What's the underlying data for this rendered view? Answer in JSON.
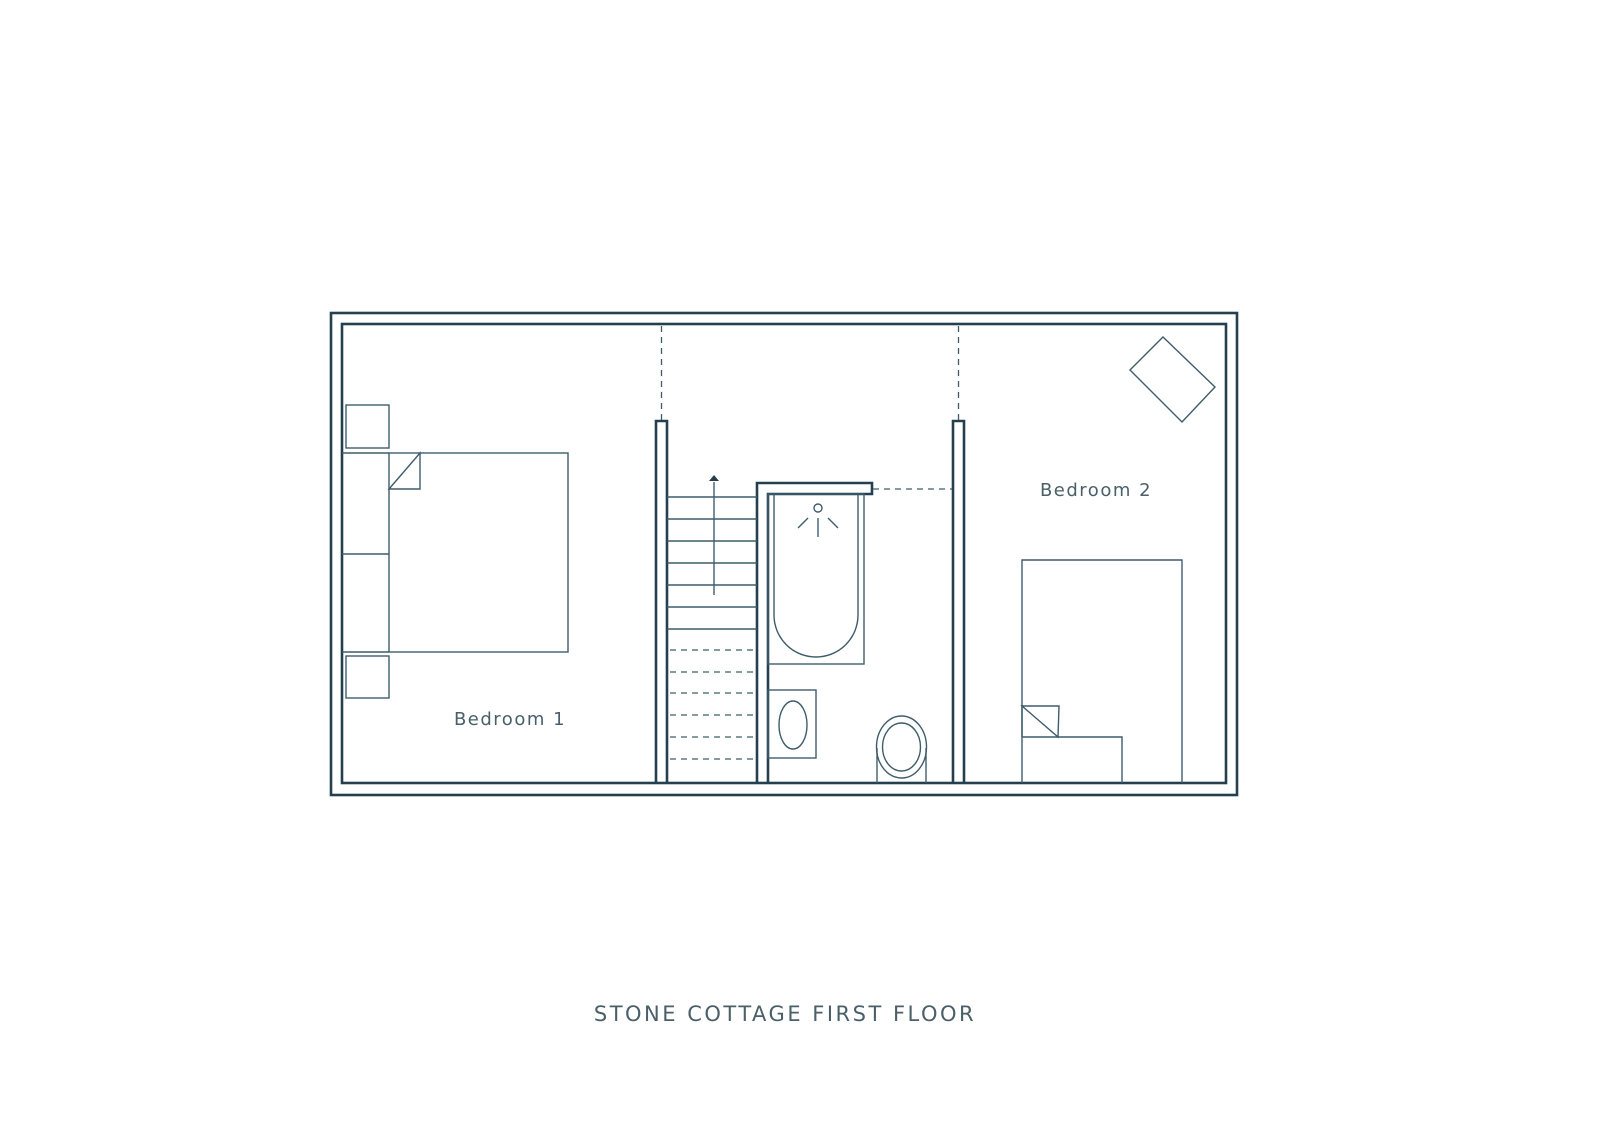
{
  "plan": {
    "title": "STONE COTTAGE FIRST FLOOR",
    "rooms": [
      {
        "label": "Bedroom 1"
      },
      {
        "label": "Bedroom 2"
      }
    ],
    "stroke_color": "#24404f"
  }
}
